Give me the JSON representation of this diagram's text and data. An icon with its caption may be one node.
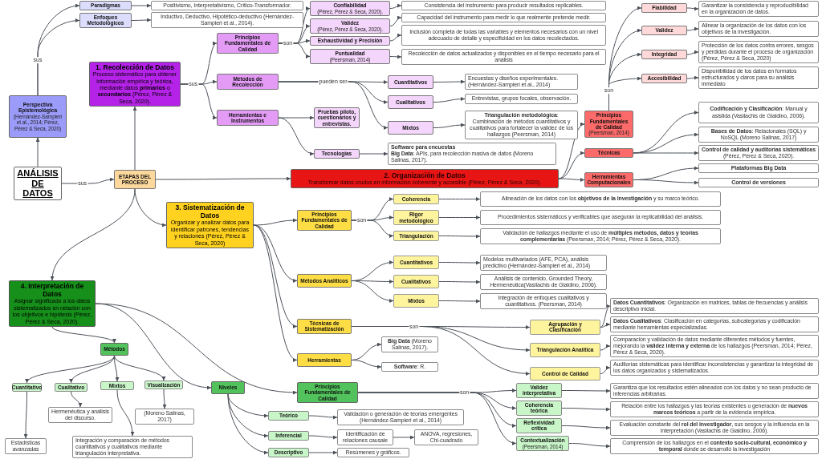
{
  "diagram": {
    "nodes": [
      {
        "text": [
          "ANÁLISIS DE DATOS"
        ]
      },
      {
        "text": [
          "ETAPAS DEL PROCESO"
        ]
      },
      {
        "text": [
          "Perspectiva Epistemológica",
          "(Hernández-Sampieri et al., 2014; Pérez, Pérez & Seca, 2020)"
        ]
      },
      {
        "text": [
          "Paradigmas"
        ]
      },
      {
        "text": [
          "Positivismo, Interpretativismo, Crítico-Transformador."
        ]
      },
      {
        "text": [
          "Enfoques Metodológicos"
        ]
      },
      {
        "text": [
          "Inductivo, Deductivo, Hipotético-deductivo (Hernández-Sampieri et al., 2014)."
        ]
      },
      {
        "text": [
          "1. Recolección de Datos",
          "Proceso sistemático para obtener información empírica y teórica, mediante datos **primarios** o **secundarios** (Pérez, Pérez & Seca, 2020)."
        ]
      },
      {
        "text": [
          "Principios Fundamentales de Calidad"
        ]
      },
      {
        "text": [
          "Métodos de Recolección"
        ]
      },
      {
        "text": [
          "Herramientas e Instrumentos"
        ]
      },
      {
        "text": [
          "Confiabilidad",
          "(Pérez, Pérez & Seca, 2020)."
        ]
      },
      {
        "text": [
          "Validez",
          "(Pérez, Pérez & Seca, 2020)."
        ]
      },
      {
        "text": [
          "Exhaustividad y Precisión"
        ]
      },
      {
        "text": [
          "Puntualidad",
          "(Peersman, 2014)"
        ]
      },
      {
        "text": [
          "Consistencia del instrumento para producir resultados replicables."
        ]
      },
      {
        "text": [
          "Capacidad del instrumento para medir lo que realmente pretende medir."
        ]
      },
      {
        "text": [
          "Inclusión completa de todas las variables y elementos necesarios con un nivel adecuado de detalle y especificidad en los datos recolectados."
        ]
      },
      {
        "text": [
          "Recolección de datos actualizados y disponibles en el tiempo necesario para el análisis"
        ]
      },
      {
        "text": [
          "Cuantitativos"
        ]
      },
      {
        "text": [
          "Cualitativos"
        ]
      },
      {
        "text": [
          "Mixtos"
        ]
      },
      {
        "text": [
          "Encuestas y diseños experimentales. (Hernández-Sampieri et al., 2014)"
        ]
      },
      {
        "text": [
          "Entrevistas, grupos focales, observación."
        ]
      },
      {
        "text": [
          "**Triangulación metodológica**: Combinación de métodos cuantitativos y cualitativos para fortalecer la validez de los hallazgos (Peersman, 2014)"
        ]
      },
      {
        "text": [
          "Pruebas piloto, cuestionarios y entrevistas."
        ]
      },
      {
        "text": [
          "Tecnologías"
        ]
      },
      {
        "text": [
          "**Software para encuestas**",
          "**Big Data**: APIs, para recolección masiva de datos (Moreno Salinas, 2017)."
        ]
      },
      {
        "text": [
          "2. Organización de Datos",
          "Transformar datos crudos en información coherente y accesible (Pérez, Pérez & Seca, 2020)."
        ]
      },
      {
        "text": [
          "Principios Fundamentales de Calidad",
          "(Peersman, 2014)"
        ]
      },
      {
        "text": [
          "Técnicas"
        ]
      },
      {
        "text": [
          "Herramientas Computacionales"
        ]
      },
      {
        "text": [
          "Fiabilidad"
        ]
      },
      {
        "text": [
          "Validez"
        ]
      },
      {
        "text": [
          "Integridad"
        ]
      },
      {
        "text": [
          "Accesibilidad"
        ]
      },
      {
        "text": [
          "Garantizar la consistencia y reproducibilidad en la organización de datos."
        ]
      },
      {
        "text": [
          "Alinear la organización de los datos con los objetivos de la investigación."
        ]
      },
      {
        "text": [
          "Protección de los datos contra errores, sesgos y pérdidas durante el proceso de organización (Pérez, Pérez & Seca, 2020)"
        ]
      },
      {
        "text": [
          "Disponibilidad de los datos en formatos estructurados y claros para su análisis inmediato"
        ]
      },
      {
        "text": [
          "**Codificación y Clasificación**: Manual y asistida (Vasilachis de Gialdino, 2006)."
        ]
      },
      {
        "text": [
          "**Bases de Datos**: Relacionales (SQL) y NoSQL (Moreno Salinas, 2017)"
        ]
      },
      {
        "text": [
          "**Control de calidad y auditorías sistemáticas** (Pérez, Pérez & Seca, 2020)."
        ]
      },
      {
        "text": [
          "**Plataformas Big Data**"
        ]
      },
      {
        "text": [
          "**Control de versiones**"
        ]
      },
      {
        "text": [
          "3. Sistematización de Datos",
          "Organizar y analizar datos para identificar patrones, tendencias y relaciones (Pérez, Pérez & Seca, 2020)"
        ]
      },
      {
        "text": [
          "Principios Fundamentales de Calidad"
        ]
      },
      {
        "text": [
          "Métodos Analíticos"
        ]
      },
      {
        "text": [
          "Técnicas de Sistematización"
        ]
      },
      {
        "text": [
          "Herramientas"
        ]
      },
      {
        "text": [
          "Coherencia"
        ]
      },
      {
        "text": [
          "Rigor metodológico"
        ]
      },
      {
        "text": [
          "Triangulación"
        ]
      },
      {
        "text": [
          "Alineación de los datos con los **objetivos de la investigación** y su marco teórico."
        ]
      },
      {
        "text": [
          "Procedimientos sistemáticos y verificables que aseguran la replicabilidad del análisis."
        ]
      },
      {
        "text": [
          "Validación de hallazgos mediante el uso de **múltiples métodos, datos y teorías complementarias** (Peersman, 2014; Pérez, Pérez & Seca, 2020)."
        ]
      },
      {
        "text": [
          "Cuantitativos"
        ]
      },
      {
        "text": [
          "Cualitativos"
        ]
      },
      {
        "text": [
          "Mixtos"
        ]
      },
      {
        "text": [
          "Modelos multivariados (AFE, PCA), análisis predictivo (Hernández-Sampieri et al., 2014)"
        ]
      },
      {
        "text": [
          "Análisis de contenido, Grounded Theory, Hermenéutica(Vasilachis de Gialdino, 2006)."
        ]
      },
      {
        "text": [
          "Integración de enfoques cualitativos y cuantitativos. (Peersman, 2014)"
        ]
      },
      {
        "text": [
          "Agrupación y Clasificación"
        ]
      },
      {
        "text": [
          "Triangulación Analítica"
        ]
      },
      {
        "text": [
          "Control de Calidad"
        ]
      },
      {
        "text": [
          "**Datos Cuantitativos**: Organización en matrices, tablas de frecuencias y análisis descriptivo inicial."
        ]
      },
      {
        "text": [
          "**Datos Cualitativos**: Clasificación en categorías, subcategorías y codificación mediante herramientas especializadas."
        ]
      },
      {
        "text": [
          "Comparación y validación de datos mediante diferentes métodos y fuentes, mejorando la **validez interna y externa** de los hallazgos (Peersman, 2014; Pérez, Pérez & Seca, 2020)."
        ]
      },
      {
        "text": [
          "Auditorías sistemáticas para identificar inconsistencias y garantizar la integridad de los datos organizados y sistematizados."
        ]
      },
      {
        "text": [
          "**Big Data** (Moreno Salinas, 2017)."
        ]
      },
      {
        "text": [
          "**Software**: R."
        ]
      },
      {
        "text": [
          "4. Interpretación de Datos",
          "Asignar significado a los datos sistematizados en relación con los objetivos e hipótesis (Pérez, Pérez & Seca, 2020)."
        ]
      },
      {
        "text": [
          "Métodos"
        ]
      },
      {
        "text": [
          "Niveles"
        ]
      },
      {
        "text": [
          "Principios Fundamentales de Calidad"
        ]
      },
      {
        "text": [
          "Cuantitativo"
        ]
      },
      {
        "text": [
          "Cualitativo"
        ]
      },
      {
        "text": [
          "Mixtos"
        ]
      },
      {
        "text": [
          "Visualización"
        ]
      },
      {
        "text": [
          "Estadísticas avanzadas"
        ]
      },
      {
        "text": [
          "Hermenéutica y análisis del discurso."
        ]
      },
      {
        "text": [
          "Integración y comparación de métodos cuantitativos y cualitativos mediante triangulación interpretativa."
        ]
      },
      {
        "text": [
          "(Moreno Salinas, 2017)"
        ]
      },
      {
        "text": [
          "Teórico"
        ]
      },
      {
        "text": [
          "Inferencial"
        ]
      },
      {
        "text": [
          "Descriptivo"
        ]
      },
      {
        "text": [
          "Validación o generación de teorías emergentes (Hernández-Sampieri et al., 2014)"
        ]
      },
      {
        "text": [
          "Identificación de relaciones causale"
        ]
      },
      {
        "text": [
          "ANOVA, regresiones, Chi-cuadrado"
        ]
      },
      {
        "text": [
          "Resúmenes y gráficos."
        ]
      },
      {
        "text": [
          "Validez interpretativa"
        ]
      },
      {
        "text": [
          "Coherencia teórica"
        ]
      },
      {
        "text": [
          "Reflexividad crítica"
        ]
      },
      {
        "text": [
          "Contextualización",
          "(Peersman, 2014)"
        ]
      },
      {
        "text": [
          "Garantiza que los resultados estén alineados con los datos y no sean producto de inferencias arbitrarias."
        ]
      },
      {
        "text": [
          "Relación entre los hallazgos y las teorías existentes o generación de **nuevos marcos teóricos** a partir de la evidencia empírica."
        ]
      },
      {
        "text": [
          "Evaluación constante del **rol del investigador**, sus sesgos y la influencia en la interpretación (Vasilachis de Gialdino, 2006)."
        ]
      },
      {
        "text": [
          "Comprensión de los hallazgos en el **contexto socio-cultural, económico y temporal** donde se desarrolló la investigación"
        ]
      }
    ],
    "edges": [
      {
        "from": 0,
        "to": 1,
        "arrow": "to",
        "label": "sus"
      },
      {
        "from": 0,
        "to": 2,
        "arrow": "to"
      },
      {
        "from": 2,
        "to": 3,
        "arrow": "to",
        "label": "sus"
      },
      {
        "from": 2,
        "to": 5,
        "arrow": "to"
      },
      {
        "from": 3,
        "to": 4,
        "arrow": "to"
      },
      {
        "from": 5,
        "to": 6,
        "arrow": "to"
      },
      {
        "from": 1,
        "to": 7,
        "arrow": "to"
      },
      {
        "from": 1,
        "to": 28,
        "arrow": "to"
      },
      {
        "from": 1,
        "to": 45,
        "arrow": "to"
      },
      {
        "from": 1,
        "to": 71,
        "arrow": "to"
      },
      {
        "from": 7,
        "to": 8,
        "arrow": "to",
        "label": "sus"
      },
      {
        "from": 7,
        "to": 9,
        "arrow": "to"
      },
      {
        "from": 7,
        "to": 10,
        "arrow": "to"
      },
      {
        "from": 8,
        "to": 11,
        "arrow": "to",
        "label": "son"
      },
      {
        "from": 8,
        "to": 12,
        "arrow": "to"
      },
      {
        "from": 8,
        "to": 13,
        "arrow": "to"
      },
      {
        "from": 8,
        "to": 14,
        "arrow": "to"
      },
      {
        "from": 11,
        "to": 15,
        "arrow": "to"
      },
      {
        "from": 12,
        "to": 16,
        "arrow": "to"
      },
      {
        "from": 13,
        "to": 17,
        "arrow": "to"
      },
      {
        "from": 14,
        "to": 18,
        "arrow": "to"
      },
      {
        "from": 9,
        "to": 19,
        "arrow": "to",
        "label": "pueden ser"
      },
      {
        "from": 9,
        "to": 20,
        "arrow": "to"
      },
      {
        "from": 9,
        "to": 21,
        "arrow": "to"
      },
      {
        "from": 19,
        "to": 22,
        "arrow": "to"
      },
      {
        "from": 20,
        "to": 23,
        "arrow": "to"
      },
      {
        "from": 21,
        "to": 24,
        "arrow": "to"
      },
      {
        "from": 10,
        "to": 25,
        "arrow": "to"
      },
      {
        "from": 10,
        "to": 26,
        "arrow": "to"
      },
      {
        "from": 26,
        "to": 27,
        "arrow": "to"
      },
      {
        "from": 28,
        "to": 29,
        "arrow": "to"
      },
      {
        "from": 28,
        "to": 30,
        "arrow": "to"
      },
      {
        "from": 28,
        "to": 31,
        "arrow": "to"
      },
      {
        "from": 29,
        "to": 32,
        "arrow": "to",
        "label": "son"
      },
      {
        "from": 29,
        "to": 33,
        "arrow": "to"
      },
      {
        "from": 29,
        "to": 34,
        "arrow": "to"
      },
      {
        "from": 29,
        "to": 35,
        "arrow": "to"
      },
      {
        "from": 32,
        "to": 36,
        "arrow": "to"
      },
      {
        "from": 33,
        "to": 37,
        "arrow": "to"
      },
      {
        "from": 34,
        "to": 38,
        "arrow": "to"
      },
      {
        "from": 35,
        "to": 39,
        "arrow": "to"
      },
      {
        "from": 30,
        "to": 40,
        "arrow": "to"
      },
      {
        "from": 30,
        "to": 41,
        "arrow": "to"
      },
      {
        "from": 30,
        "to": 42,
        "arrow": "to"
      },
      {
        "from": 31,
        "to": 43,
        "arrow": "to"
      },
      {
        "from": 31,
        "to": 44,
        "arrow": "to"
      },
      {
        "from": 45,
        "to": 46,
        "arrow": "to"
      },
      {
        "from": 45,
        "to": 47,
        "arrow": "to"
      },
      {
        "from": 45,
        "to": 48,
        "arrow": "to"
      },
      {
        "from": 45,
        "to": 49,
        "arrow": "to"
      },
      {
        "from": 46,
        "to": 50,
        "arrow": "to",
        "label": "son"
      },
      {
        "from": 46,
        "to": 51,
        "arrow": "to"
      },
      {
        "from": 46,
        "to": 52,
        "arrow": "to"
      },
      {
        "from": 50,
        "to": 53,
        "arrow": "to"
      },
      {
        "from": 51,
        "to": 54,
        "arrow": "to"
      },
      {
        "from": 52,
        "to": 55,
        "arrow": "to"
      },
      {
        "from": 47,
        "to": 56,
        "arrow": "to"
      },
      {
        "from": 47,
        "to": 57,
        "arrow": "to"
      },
      {
        "from": 47,
        "to": 58,
        "arrow": "to"
      },
      {
        "from": 56,
        "to": 59,
        "arrow": "to"
      },
      {
        "from": 57,
        "to": 60,
        "arrow": "to"
      },
      {
        "from": 58,
        "to": 61,
        "arrow": "to"
      },
      {
        "from": 48,
        "to": 62,
        "arrow": "to",
        "label": "son"
      },
      {
        "from": 48,
        "to": 63,
        "arrow": "to"
      },
      {
        "from": 48,
        "to": 64,
        "arrow": "to"
      },
      {
        "from": 62,
        "to": 65,
        "arrow": "to"
      },
      {
        "from": 62,
        "to": 66,
        "arrow": "to"
      },
      {
        "from": 63,
        "to": 67,
        "arrow": "to"
      },
      {
        "from": 64,
        "to": 68,
        "arrow": "to"
      },
      {
        "from": 49,
        "to": 69,
        "arrow": "to"
      },
      {
        "from": 49,
        "to": 70,
        "arrow": "to"
      },
      {
        "from": 71,
        "to": 72,
        "arrow": "to"
      },
      {
        "from": 71,
        "to": 73,
        "arrow": "to"
      },
      {
        "from": 71,
        "to": 74,
        "arrow": "to"
      },
      {
        "from": 72,
        "to": 75,
        "arrow": "to"
      },
      {
        "from": 72,
        "to": 76,
        "arrow": "to"
      },
      {
        "from": 72,
        "to": 77,
        "arrow": "to"
      },
      {
        "from": 72,
        "to": 78,
        "arrow": "to"
      },
      {
        "from": 75,
        "to": 79,
        "arrow": "to"
      },
      {
        "from": 76,
        "to": 80,
        "arrow": "to"
      },
      {
        "from": 77,
        "to": 81,
        "arrow": "to"
      },
      {
        "from": 78,
        "to": 82,
        "arrow": "to"
      },
      {
        "from": 73,
        "to": 83,
        "arrow": "to"
      },
      {
        "from": 73,
        "to": 84,
        "arrow": "to"
      },
      {
        "from": 73,
        "to": 85,
        "arrow": "to"
      },
      {
        "from": 83,
        "to": 86,
        "arrow": "to"
      },
      {
        "from": 84,
        "to": 87,
        "arrow": "to"
      },
      {
        "from": 87,
        "to": 88,
        "arrow": "to"
      },
      {
        "from": 85,
        "to": 89,
        "arrow": "to"
      },
      {
        "from": 74,
        "to": 90,
        "arrow": "to",
        "label": "son"
      },
      {
        "from": 74,
        "to": 91,
        "arrow": "to"
      },
      {
        "from": 74,
        "to": 92,
        "arrow": "to"
      },
      {
        "from": 74,
        "to": 93,
        "arrow": "to"
      },
      {
        "from": 90,
        "to": 94,
        "arrow": "to"
      },
      {
        "from": 91,
        "to": 95,
        "arrow": "to"
      },
      {
        "from": 92,
        "to": 96,
        "arrow": "to"
      },
      {
        "from": 93,
        "to": 97,
        "arrow": "to"
      }
    ]
  }
}
